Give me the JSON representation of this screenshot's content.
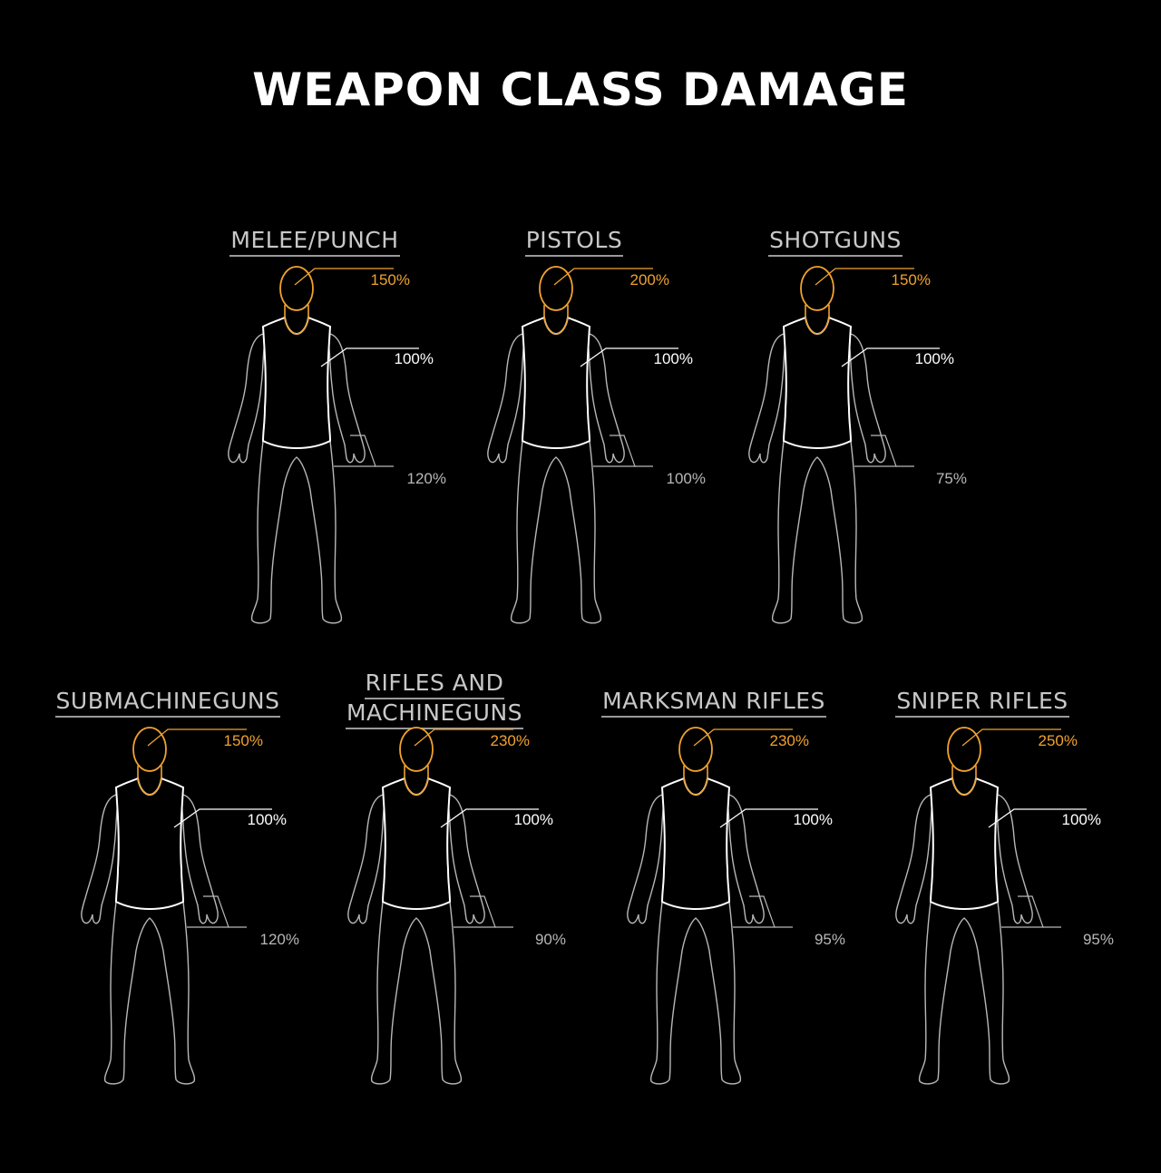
{
  "title": "WEAPON CLASS DAMAGE",
  "colors": {
    "background": "#000000",
    "head": "#f0a22e",
    "torso": "#ffffff",
    "limbs": "#b8b8b8",
    "title": "#ffffff",
    "class_label": "#c8c8c8"
  },
  "classes": [
    {
      "name": "MELEE/PUNCH",
      "head": "150%",
      "torso": "100%",
      "limbs": "120%"
    },
    {
      "name": "PISTOLS",
      "head": "200%",
      "torso": "100%",
      "limbs": "100%"
    },
    {
      "name": "SHOTGUNS",
      "head": "150%",
      "torso": "100%",
      "limbs": "75%"
    },
    {
      "name": "SUBMACHINEGUNS",
      "head": "150%",
      "torso": "100%",
      "limbs": "120%"
    },
    {
      "name_line1": "RIFLES AND",
      "name": "MACHINEGUNS",
      "head": "230%",
      "torso": "100%",
      "limbs": "90%"
    },
    {
      "name": "MARKSMAN RIFLES",
      "head": "230%",
      "torso": "100%",
      "limbs": "95%"
    },
    {
      "name": "SNIPER RIFLES",
      "head": "250%",
      "torso": "100%",
      "limbs": "95%"
    }
  ]
}
